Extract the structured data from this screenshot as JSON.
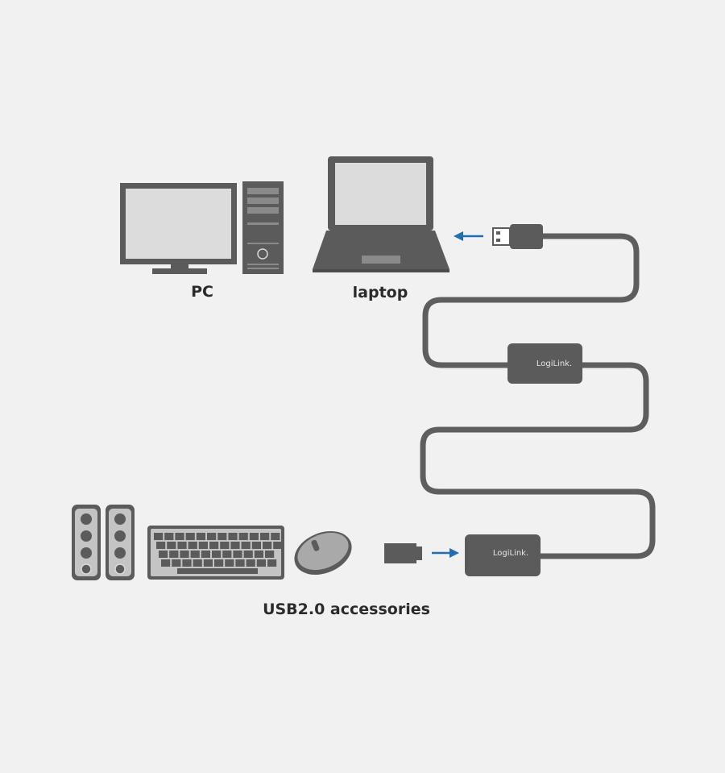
{
  "labels": {
    "pc": "PC",
    "laptop": "laptop",
    "accessories": "USB2.0 accessories"
  },
  "brand": {
    "module_top": "LogiLink.",
    "module_bottom": "LogiLink."
  },
  "colors": {
    "background": "#f1f1f1",
    "device_dark": "#5b5b5b",
    "screen": "#dcdcdc",
    "cable": "#5e5e5e",
    "arrow": "#1f6fb2",
    "label": "#2b2b2b"
  },
  "icons": [
    "monitor-icon",
    "pc-tower-icon",
    "laptop-icon",
    "usb-plug-icon",
    "speaker-icon",
    "keyboard-icon",
    "mouse-icon",
    "usb-stick-icon",
    "arrow-left-icon",
    "arrow-right-icon"
  ]
}
